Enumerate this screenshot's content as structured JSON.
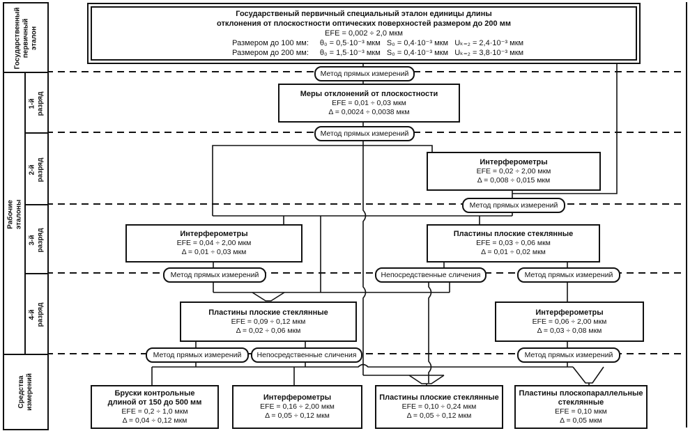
{
  "sidebar": {
    "primary": "Государственный первичный эталон",
    "working": "Рабочие эталоны",
    "rank1": "1-й разряд",
    "rank2": "2-й разряд",
    "rank3": "3-й разряд",
    "rank4": "4-й разряд",
    "means": "Средства измерений"
  },
  "top_box": {
    "title1": "Государственый первичный специальный эталон единицы длины",
    "title2": "отклонения от плоскостности оптических поверхностей размером до 200 мм",
    "efe": "EFE = 0,002 ÷ 2,0 мкм",
    "row100_label": "Размером до 100 мм:",
    "row100_formula": "θ₀ = 0,5·10⁻³ мкм   S₀ = 0,4·10⁻³ мкм   Uₖ₌₂ = 2,4·10⁻³ мкм",
    "row200_label": "Размером до 200 мм:",
    "row200_formula": "θ₀ = 1,5·10⁻³ мкм   S₀ = 0,4·10⁻³ мкм   Uₖ₌₂ = 3,8·10⁻³ мкм"
  },
  "methods": {
    "direct": "Метод прямых измерений",
    "compare": "Непосредственные сличения"
  },
  "boxes": {
    "b1": {
      "title": "Меры отклонений от плоскостности",
      "efe": "EFE = 0,01 ÷ 0,03 мкм",
      "delta": "Δ = 0,0024 ÷ 0,0038 мкм"
    },
    "b2": {
      "title": "Интерферометры",
      "efe": "EFE = 0,02 ÷ 2,00 мкм",
      "delta": "Δ = 0,008 ÷ 0,015 мкм"
    },
    "b3l": {
      "title": "Интерферометры",
      "efe": "EFE = 0,04 ÷ 2,00 мкм",
      "delta": "Δ = 0,01 ÷ 0,03 мкм"
    },
    "b3r": {
      "title": "Пластины плоские стеклянные",
      "efe": "EFE = 0,03 ÷ 0,06 мкм",
      "delta": "Δ = 0,01 ÷ 0,02 мкм"
    },
    "b4l": {
      "title": "Пластины плоские стеклянные",
      "efe": "EFE = 0,09 ÷ 0,12 мкм",
      "delta": "Δ = 0,02 ÷ 0,06 мкм"
    },
    "b4r": {
      "title": "Интерферометры",
      "efe": "EFE = 0,06 ÷ 2,00 мкм",
      "delta": "Δ = 0,03 ÷ 0,08 мкм"
    },
    "s1": {
      "title": "Бруски контрольные",
      "title2": "длиной от 150 до 500 мм",
      "efe": "EFE = 0,2 ÷ 1,0 мкм",
      "delta": "Δ = 0,04 ÷ 0,12 мкм"
    },
    "s2": {
      "title": "Интерферометры",
      "efe": "EFE = 0,16 ÷ 2,00 мкм",
      "delta": "Δ = 0,05 ÷ 0,12 мкм"
    },
    "s3": {
      "title": "Пластины плоские стеклянные",
      "efe": "EFE = 0,10 ÷ 0,24 мкм",
      "delta": "Δ = 0,05 ÷ 0,12 мкм"
    },
    "s4": {
      "title": "Пластины плоскопараллельные",
      "title2": "стеклянные",
      "efe": "EFE = 0,10 мкм",
      "delta": "Δ = 0,05 мкм"
    }
  }
}
